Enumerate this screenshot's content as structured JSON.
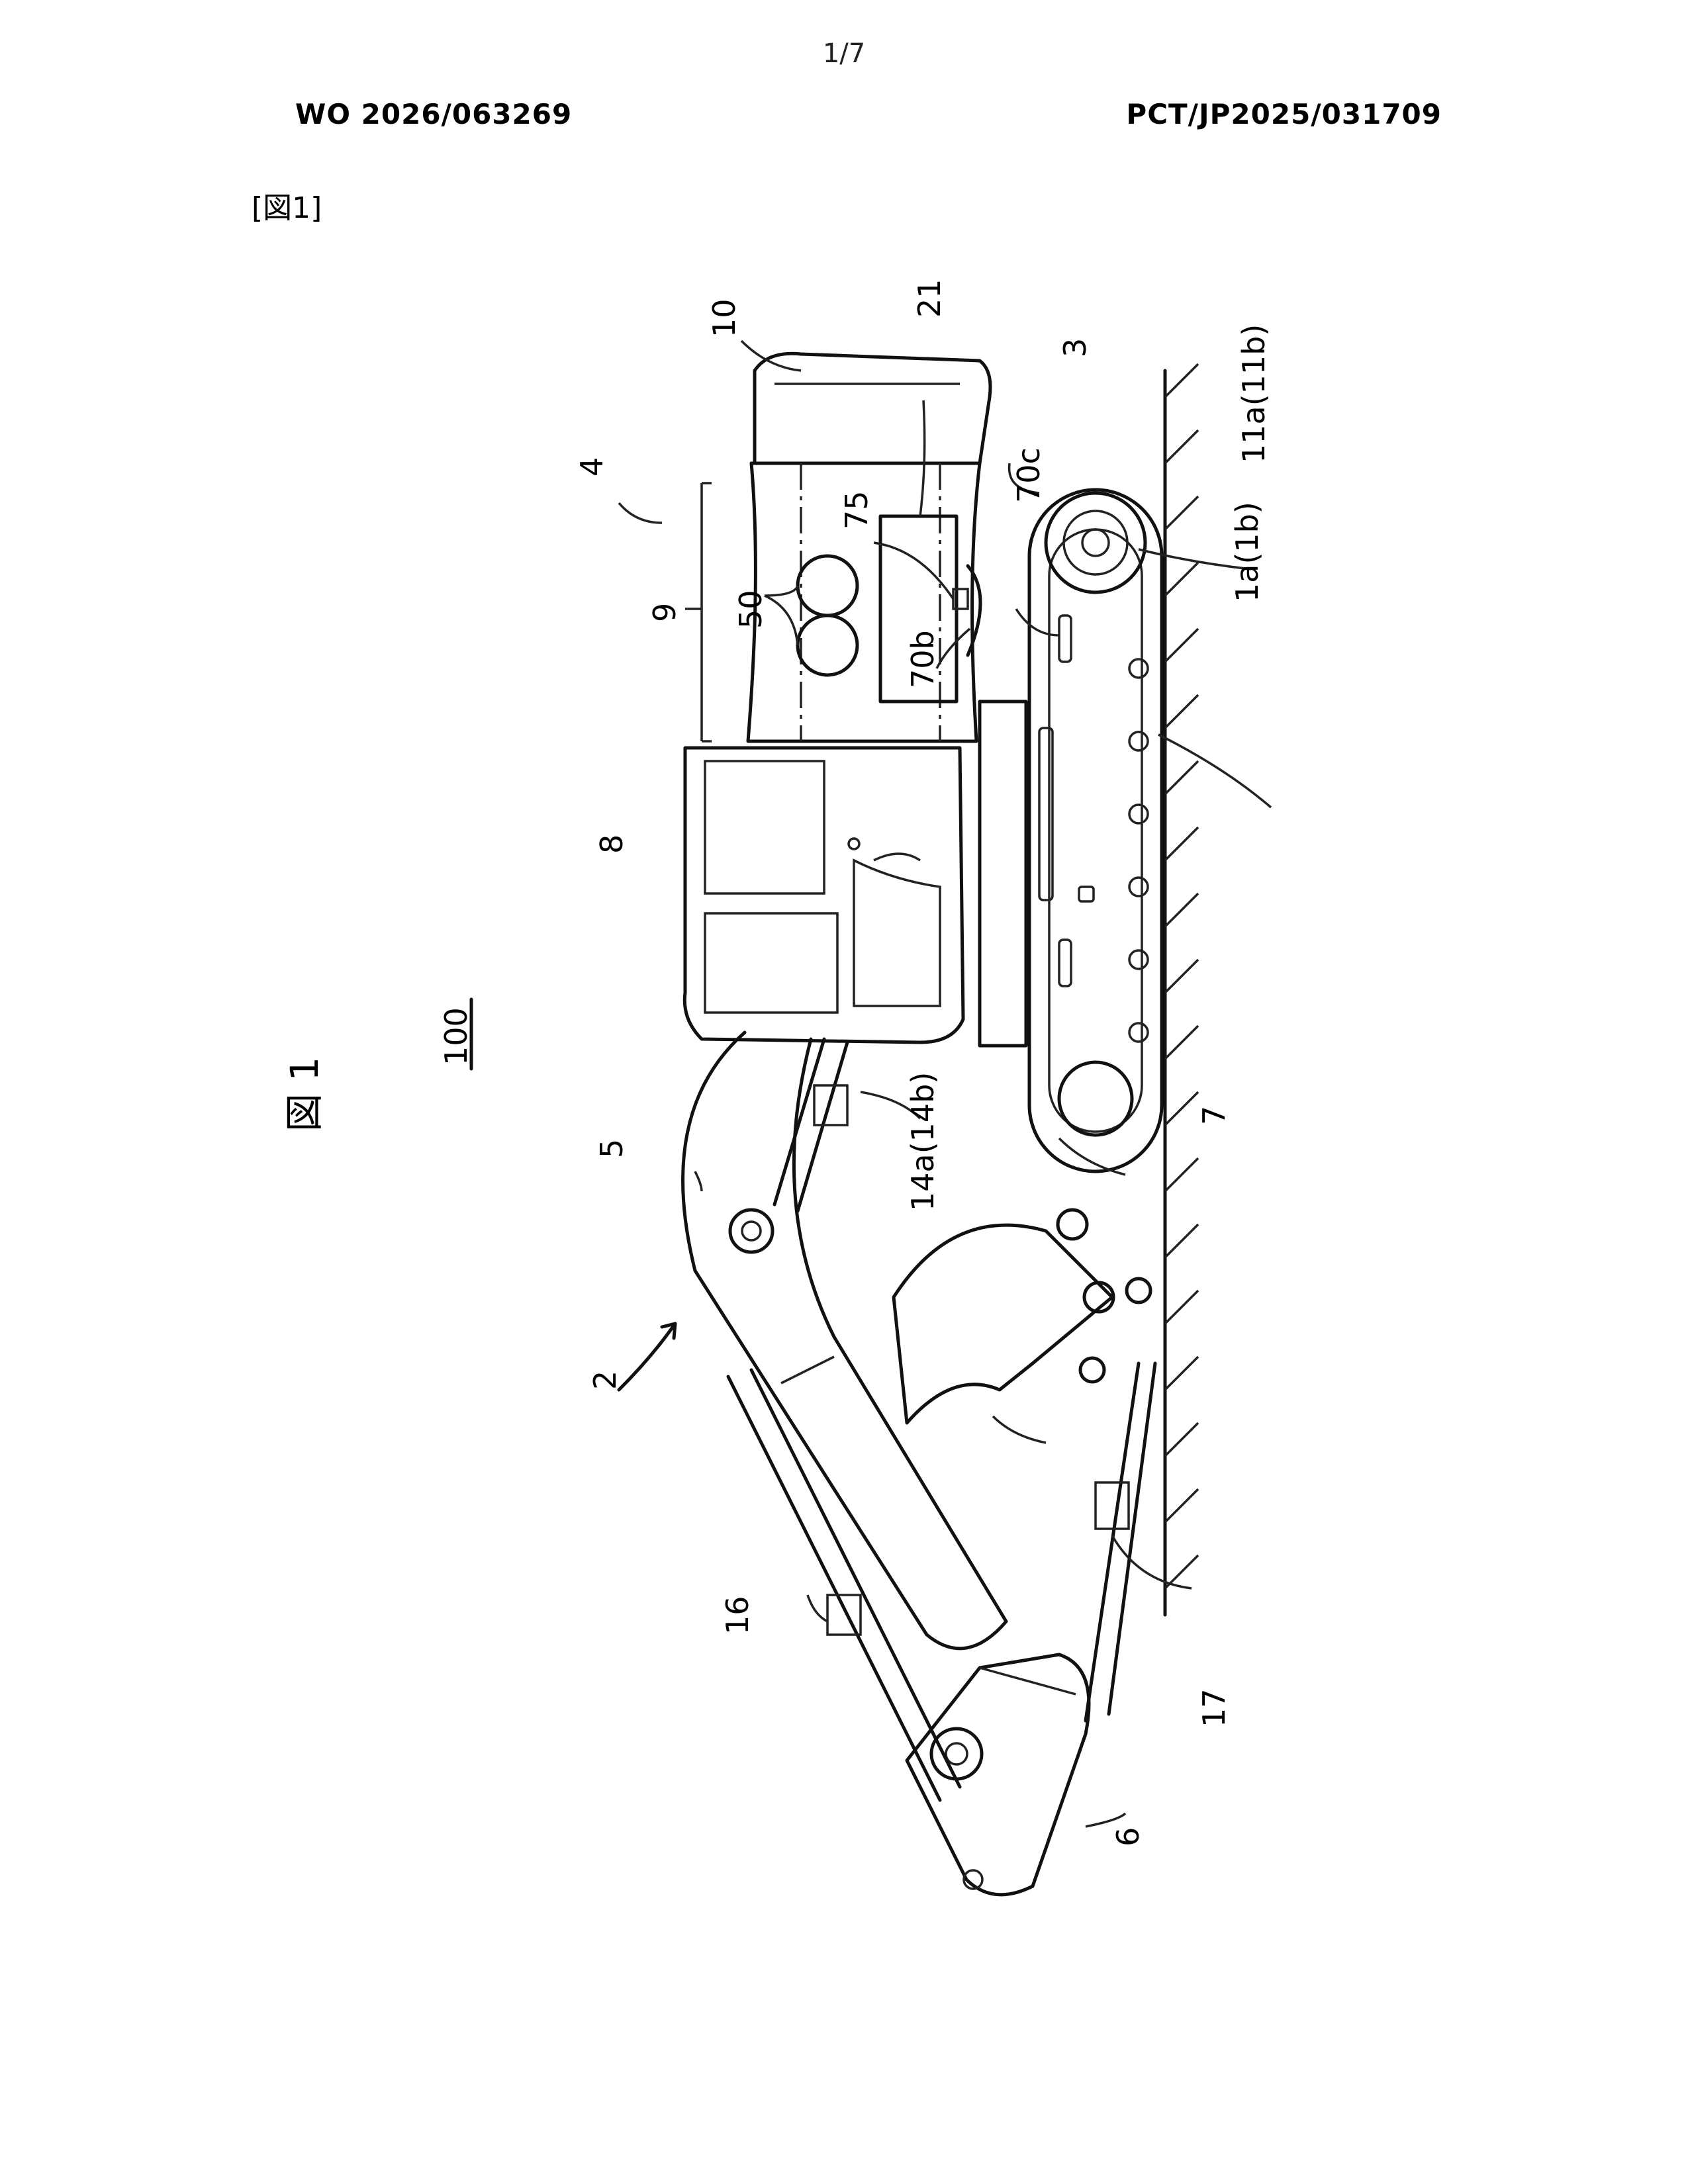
{
  "header": {
    "page_number": "1/7",
    "publication_number": "WO 2026/063269",
    "application_number": "PCT/JP2025/031709"
  },
  "figure_tag": "[図1]",
  "figure": {
    "title": "図 1",
    "machine_ref": "100",
    "labels": {
      "l1a": "1a(1b)",
      "l2": "2",
      "l3": "3",
      "l4": "4",
      "l5": "5",
      "l6": "6",
      "l7": "7",
      "l8": "8",
      "l9": "9",
      "l10": "10",
      "l11a": "11a(11b)",
      "l14a": "14a(14b)",
      "l16": "16",
      "l17": "17",
      "l21": "21",
      "l50": "50",
      "l70b": "70b",
      "l70c": "70c",
      "l75": "75"
    }
  }
}
